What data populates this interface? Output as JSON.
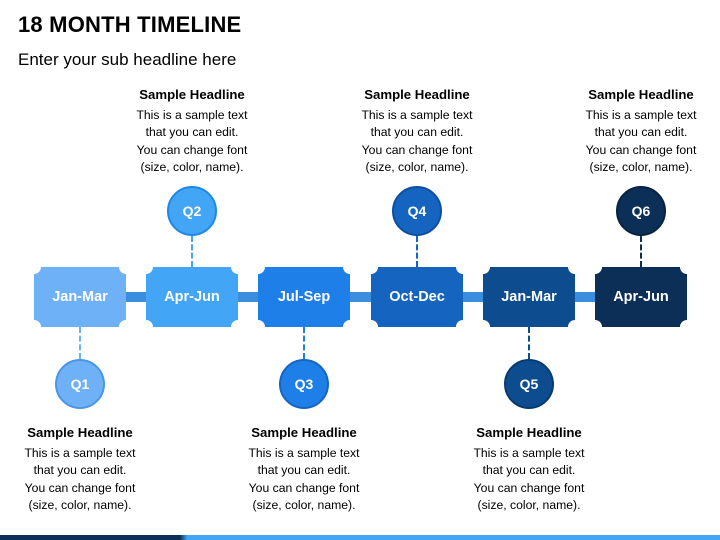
{
  "header": {
    "title": "18 MONTH TIMELINE",
    "subtitle": "Enter your sub headline here"
  },
  "milestones": [
    {
      "period": "Jan-Mar",
      "quarter": "Q1",
      "color": "#6fb1f7",
      "circle_border": "#4a95e6",
      "position": "below",
      "headline": "Sample Headline",
      "body": "This is a sample text\nthat you can edit.\nYou can change font\n(size, color, name)."
    },
    {
      "period": "Apr-Jun",
      "quarter": "Q2",
      "color": "#42a5f5",
      "circle_border": "#1e88e5",
      "position": "above",
      "headline": "Sample Headline",
      "body": "This is a sample text\nthat you can edit.\nYou can change font\n(size, color, name)."
    },
    {
      "period": "Jul-Sep",
      "quarter": "Q3",
      "color": "#1e7fe8",
      "circle_border": "#1565c0",
      "position": "below",
      "headline": "Sample Headline",
      "body": "This is a sample text\nthat you can edit.\nYou can change font\n(size, color, name)."
    },
    {
      "period": "Oct-Dec",
      "quarter": "Q4",
      "color": "#1565c0",
      "circle_border": "#0d4fa0",
      "position": "above",
      "headline": "Sample Headline",
      "body": "This is a sample text\nthat you can edit.\nYou can change font\n(size, color, name)."
    },
    {
      "period": "Jan-Mar",
      "quarter": "Q5",
      "color": "#0d4d8f",
      "circle_border": "#083a70",
      "position": "below",
      "headline": "Sample Headline",
      "body": "This is a sample text\nthat you can edit.\nYou can change font\n(size, color, name)."
    },
    {
      "period": "Apr-Jun",
      "quarter": "Q6",
      "color": "#0b2f57",
      "circle_border": "#082341",
      "position": "above",
      "headline": "Sample Headline",
      "body": "This is a sample text\nthat you can edit.\nYou can change font\n(size, color, name)."
    }
  ],
  "colors": {
    "track": "#3b8de0",
    "strip_dark": "#0b2f57",
    "strip_light": "#42a5f5"
  }
}
